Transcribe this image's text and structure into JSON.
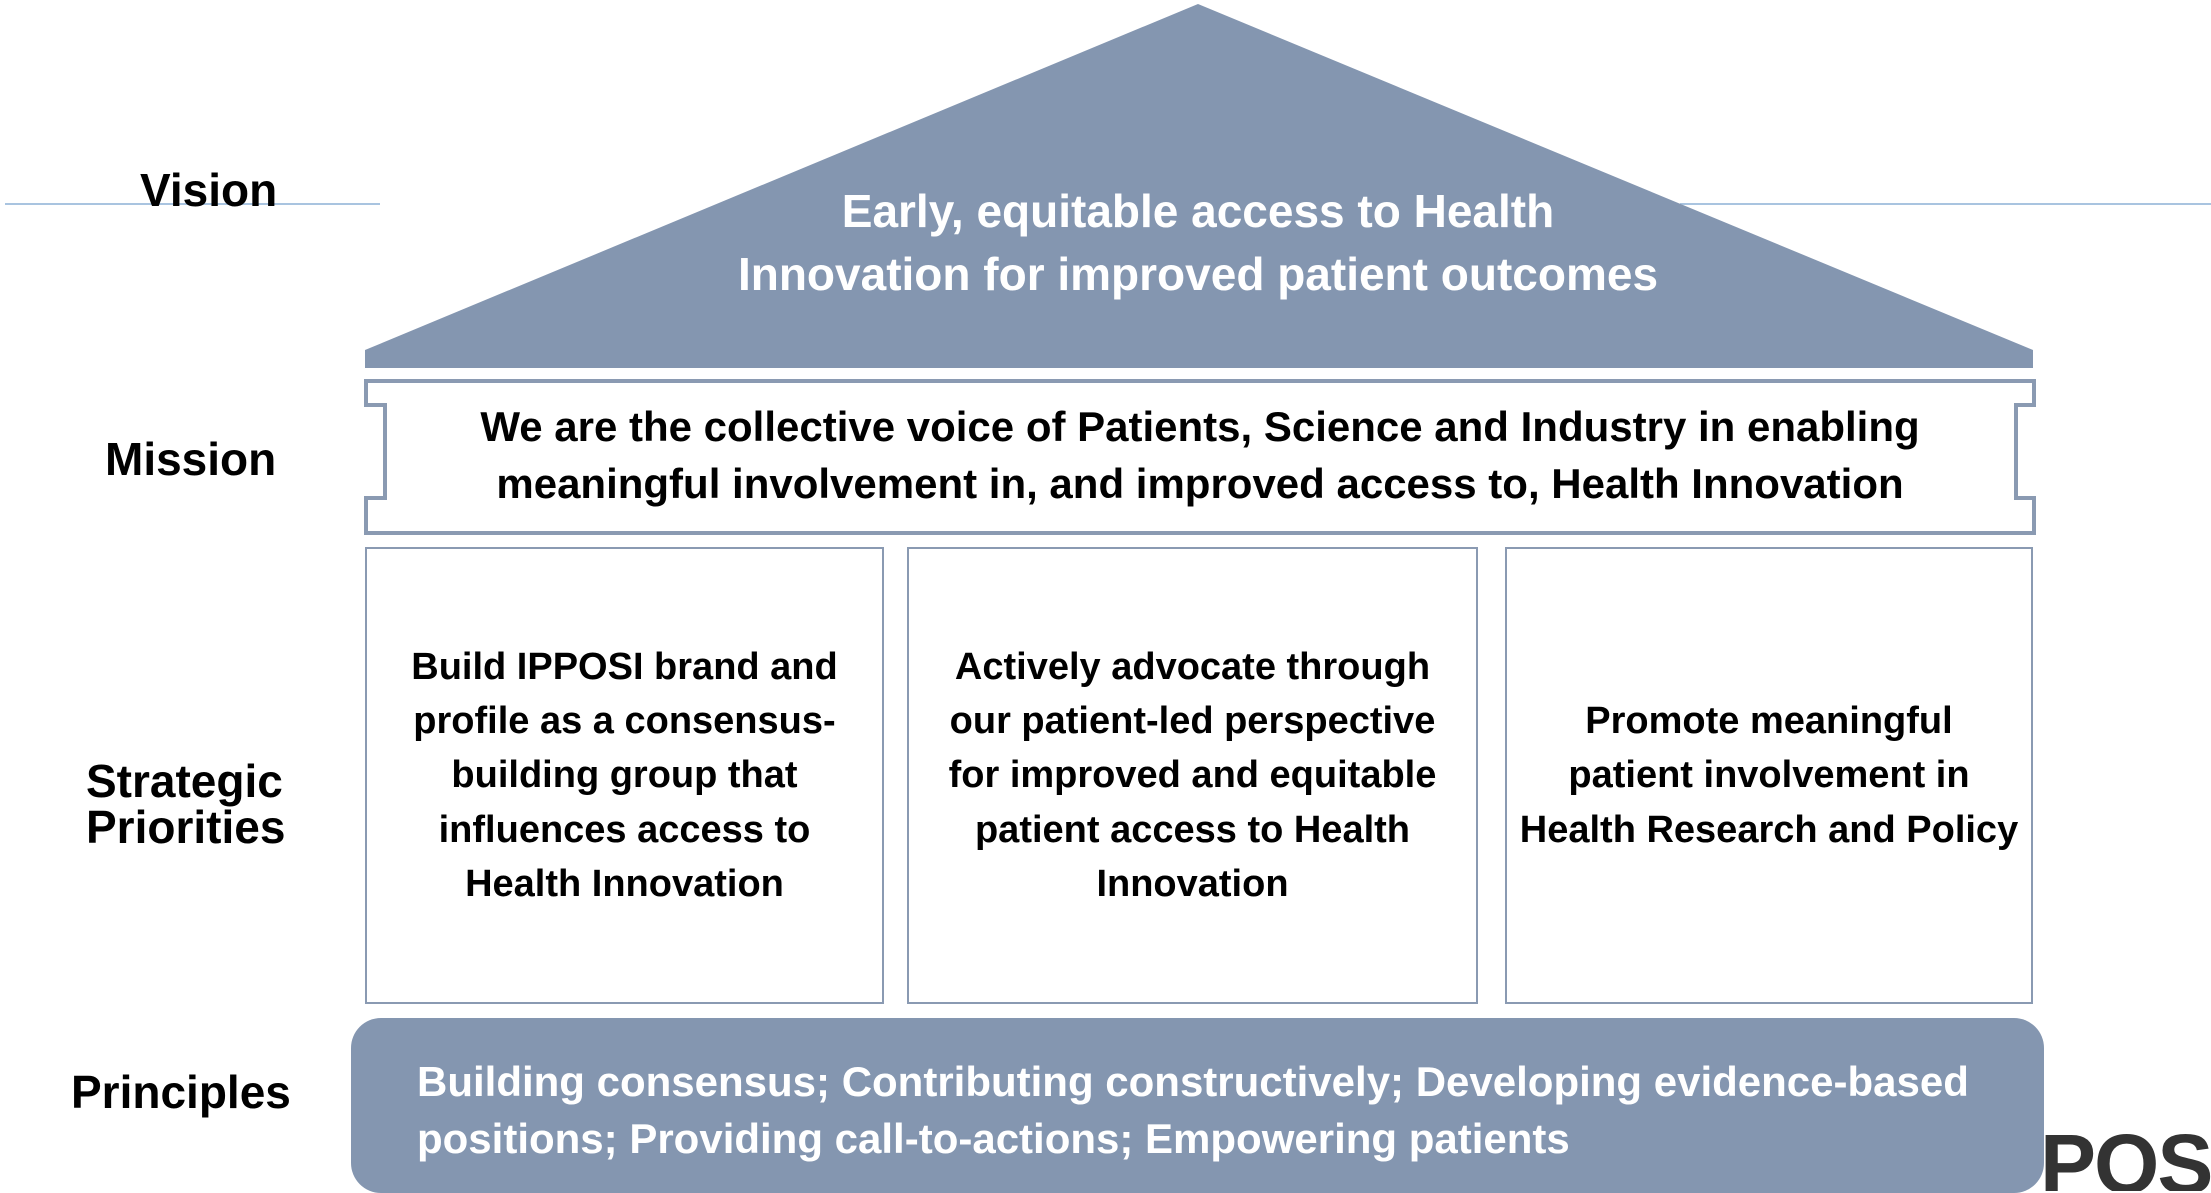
{
  "labels": {
    "vision": "Vision",
    "mission": "Mission",
    "strategic_line1": "Strategic",
    "strategic_line2": "Priorities",
    "principles": "Principles"
  },
  "vision": {
    "line1": "Early, equitable access to Health",
    "line2": "Innovation for improved patient outcomes"
  },
  "mission": {
    "line1": "We are the collective voice of Patients, Science and Industry in enabling",
    "line2": "meaningful involvement in, and improved access to, Health Innovation"
  },
  "priorities": [
    {
      "lines": [
        "Build IPPOSI brand and",
        "profile as a consensus-",
        "building group that",
        "influences access to",
        "Health Innovation"
      ]
    },
    {
      "lines": [
        "Actively advocate through",
        "our patient-led perspective",
        "for improved and equitable",
        "patient access to Health",
        "Innovation"
      ]
    },
    {
      "lines": [
        "Promote meaningful",
        "patient involvement in",
        "Health Research and Policy"
      ]
    }
  ],
  "principles": {
    "line1": "Building consensus; Contributing constructively; Developing evidence-based",
    "line2": "positions; Providing call-to-actions; Empowering patients"
  },
  "logo_fragment": "POSI",
  "colors": {
    "roof": "#8496b0",
    "frame": "#8a9ab2",
    "guide_line": "#a9c4e0"
  }
}
